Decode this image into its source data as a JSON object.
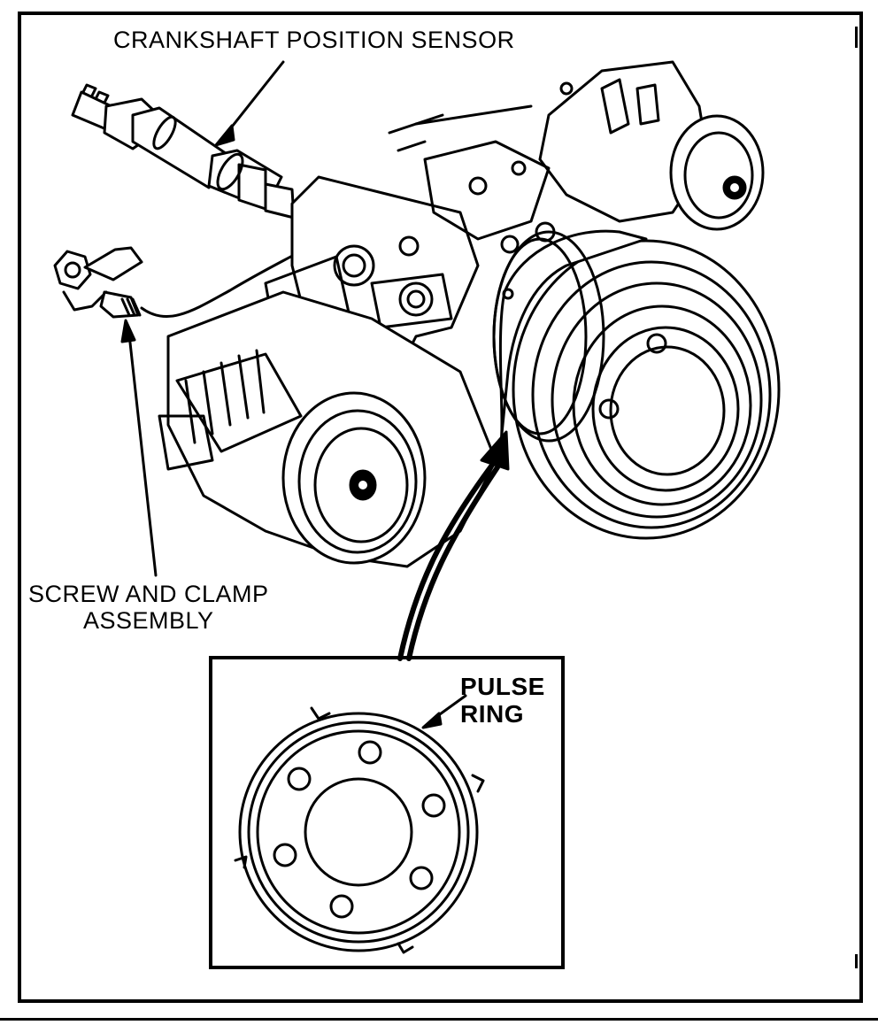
{
  "figure": {
    "callouts": {
      "crankshaft_sensor": "CRANKSHAFT POSITION SENSOR",
      "screw_clamp_line1": "SCREW AND CLAMP",
      "screw_clamp_line2": "ASSEMBLY",
      "pulse_ring_line1": "PULSE",
      "pulse_ring_line2": "RING"
    },
    "colors": {
      "ink": "#000000",
      "paper": "#ffffff"
    }
  }
}
